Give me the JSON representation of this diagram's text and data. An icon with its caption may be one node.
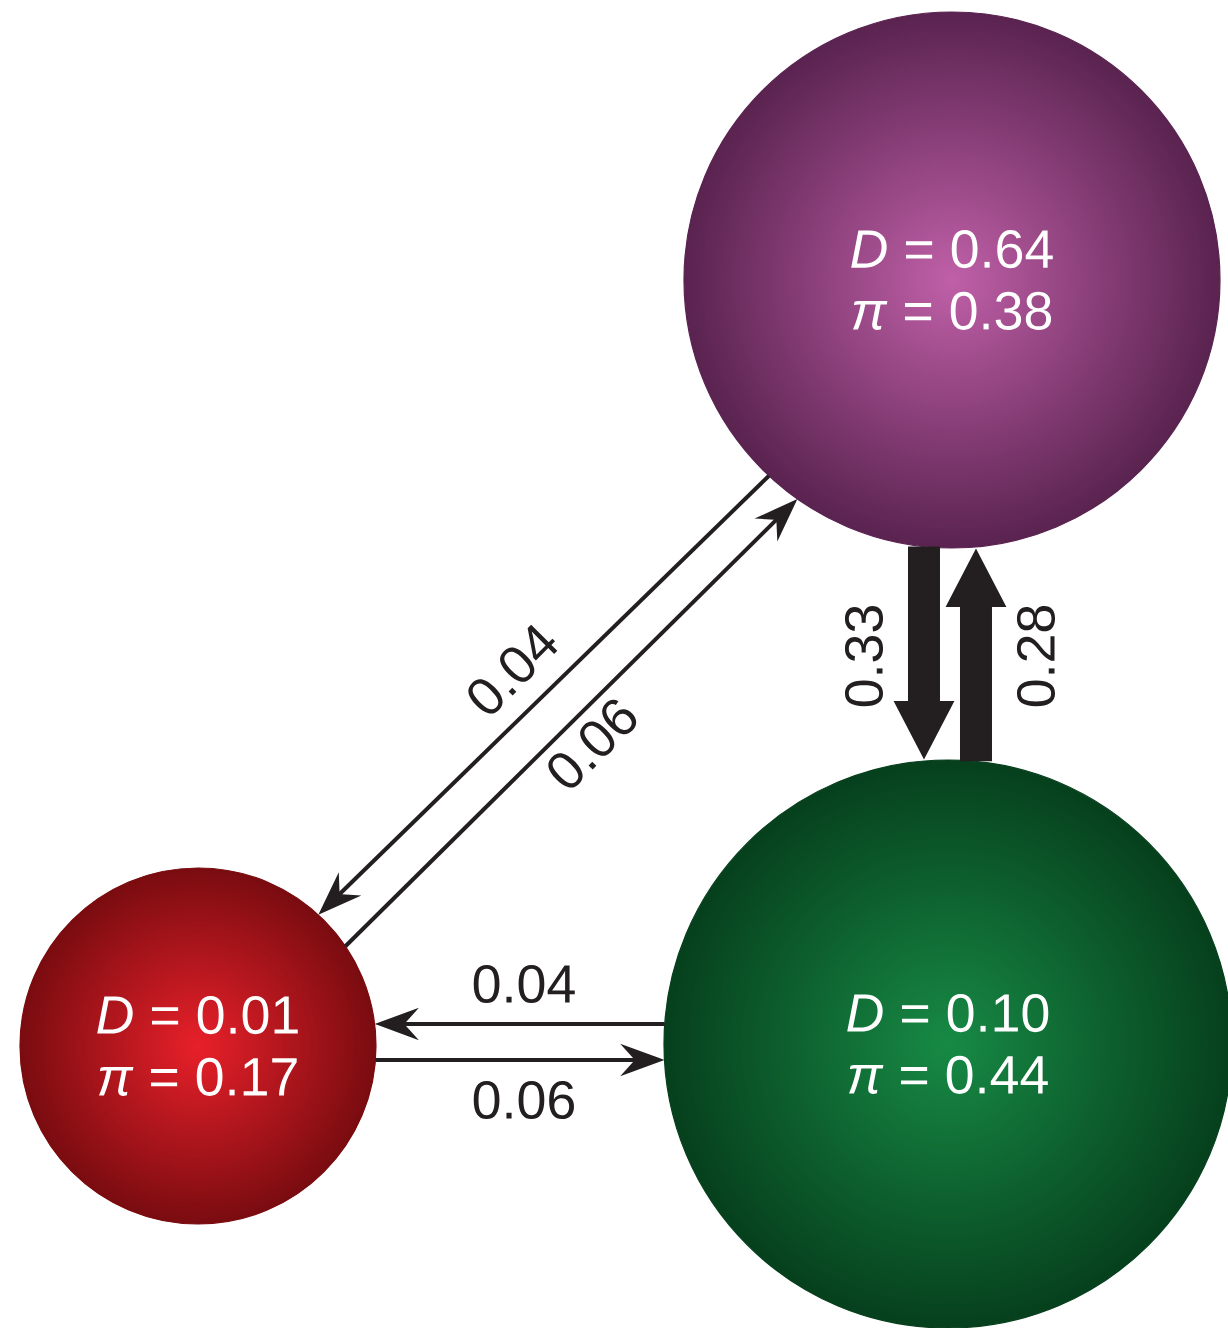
{
  "diagram": {
    "nodes": [
      {
        "text": [
          "*D* = 0.64",
          "*π* = 0.38"
        ]
      },
      {
        "text": [
          "*D* = 0.01",
          "*π* = 0.17"
        ]
      },
      {
        "text": [
          "*D* = 0.10",
          "*π* = 0.44"
        ]
      }
    ],
    "edges": [
      {
        "from": 0,
        "to": 1,
        "arrow": "to",
        "label": "0.04"
      },
      {
        "from": 1,
        "to": 0,
        "arrow": "to",
        "label": "0.06"
      },
      {
        "from": 2,
        "to": 1,
        "arrow": "to",
        "label": "0.04"
      },
      {
        "from": 1,
        "to": 2,
        "arrow": "to",
        "label": "0.06"
      },
      {
        "from": 0,
        "to": 2,
        "arrow": "to",
        "label": "0.33",
        "style": "thick"
      },
      {
        "from": 2,
        "to": 0,
        "arrow": "to",
        "label": "0.28",
        "style": "thick"
      }
    ]
  }
}
